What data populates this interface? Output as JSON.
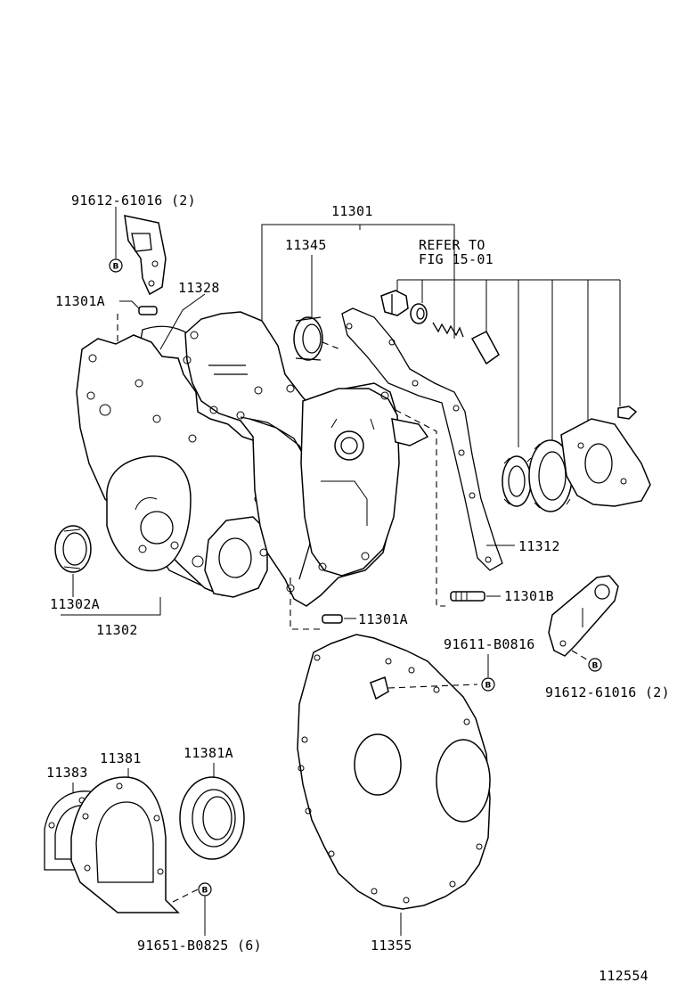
{
  "labels": {
    "p11301": "11301",
    "p11345": "11345",
    "refer1": "REFER TO",
    "refer2": "FIG 15-01",
    "p91612_top": "91612-61016 (2)",
    "p11301A_top": "11301A",
    "p11328": "11328",
    "p11312": "11312",
    "p11301B": "11301B",
    "p11302A": "11302A",
    "p11302": "11302",
    "p11301A_bot": "11301A",
    "p91611": "91611-B0816",
    "p91612_right": "91612-61016 (2)",
    "p11383": "11383",
    "p11381": "11381",
    "p11381A": "11381A",
    "p91651": "91651-B0825 (6)",
    "p11355": "11355",
    "figure_no": "112554"
  },
  "bolt_marker": "B",
  "icons": {
    "bolt": "bolt-b-circle-icon"
  }
}
